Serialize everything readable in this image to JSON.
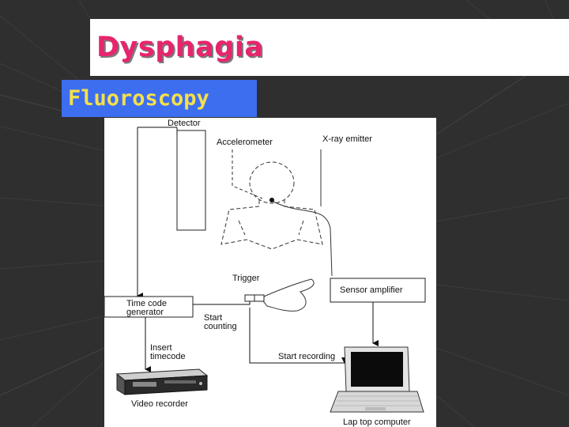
{
  "slide": {
    "title": "Dysphagia",
    "subtitle": "Fluoroscopy",
    "colors": {
      "background": "#2f2f2f",
      "title_text": "#e8246e",
      "subtitle_bg": "#3d6ef0",
      "subtitle_text": "#f4e04a"
    }
  },
  "diagram": {
    "labels": {
      "detector": "Detector",
      "accelerometer": "Accelerometer",
      "xray_emitter": "X-ray emitter",
      "trigger": "Trigger",
      "sensor_amplifier": "Sensor amplifier",
      "time_code_generator_1": "Time code",
      "time_code_generator_2": "generator",
      "start_counting_1": "Start",
      "start_counting_2": "counting",
      "insert_timecode_1": "Insert",
      "insert_timecode_2": "timecode",
      "start_recording": "Start recording",
      "video_recorder": "Video recorder",
      "laptop_computer": "Lap top computer"
    },
    "icons": [
      "video-recorder-icon",
      "laptop-icon",
      "hand-trigger-icon",
      "person-outline-icon"
    ]
  }
}
